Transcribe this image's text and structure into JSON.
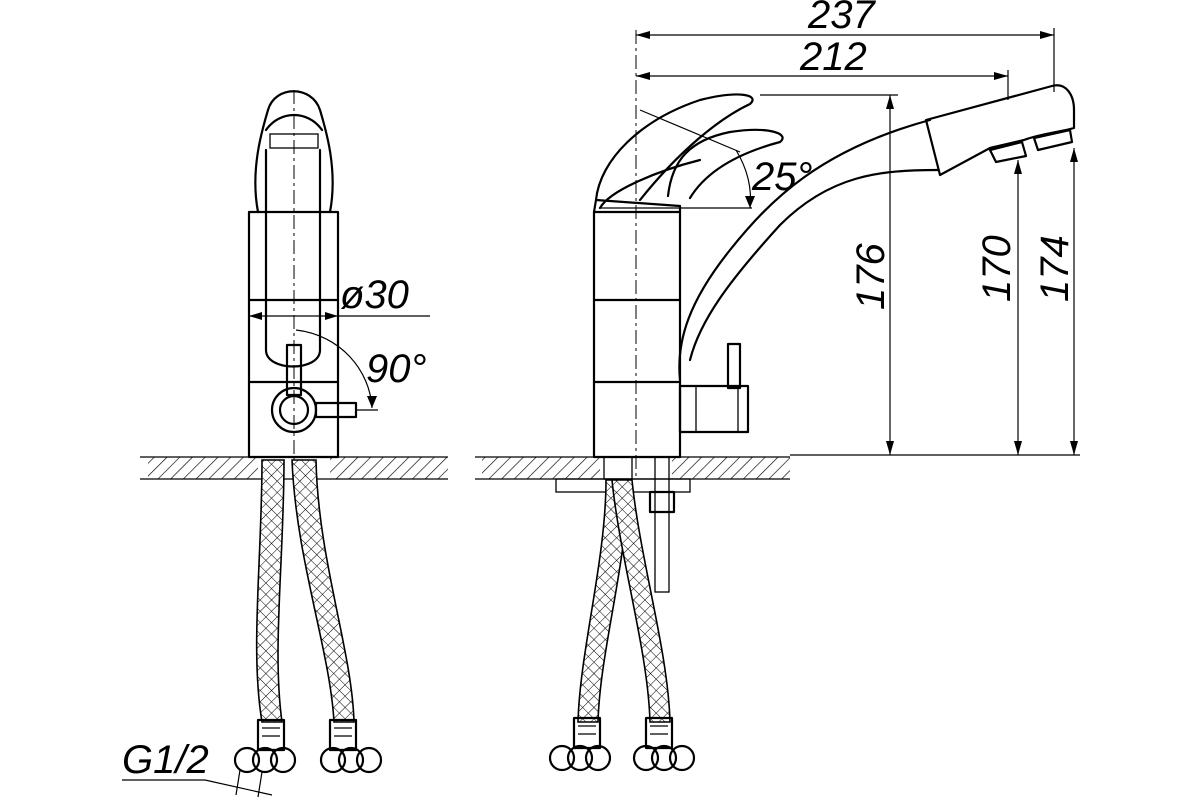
{
  "dimensions": {
    "front_diameter": "ø30",
    "lever_rotation": "90°",
    "inlet_thread": "G1/2",
    "width_overall": "237",
    "width_spout": "212",
    "handle_tilt": "25°",
    "height_handle": "176",
    "height_outlet_1": "170",
    "height_outlet_2": "174"
  }
}
